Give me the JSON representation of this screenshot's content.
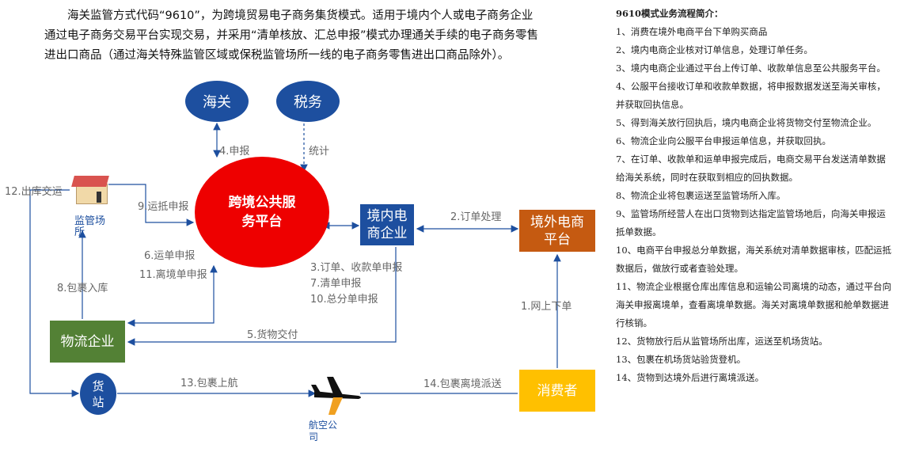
{
  "intro": "海关监管方式代码“9610”，为跨境贸易电子商务集货模式。适用于境内个人或电子商务企业通过电子商务交易平台实现交易，并采用“清单核放、汇总申报”模式办理通关手续的电子商务零售进出口商品（通过海关特殊监管区域或保税监管场所一线的电子商务零售进出口商品除外）。",
  "nodes": {
    "customs": "海关",
    "tax": "税务",
    "platform": "跨境公共服务平台",
    "domestic": "境内电商企业",
    "overseas": "境外电商平台",
    "logistics": "物流企业",
    "consumer": "消费者",
    "cargo": "货站",
    "warehouse": "监管场所",
    "airline": "航空公司"
  },
  "edges": {
    "e1": "1.网上下单",
    "e2": "2.订单处理",
    "e3": "3.订单、收款单申报",
    "e7": "7.清单申报",
    "e10": "10.总分单申报",
    "e4": "4.申报",
    "stat": "统计",
    "e5": "5.货物交付",
    "e6": "6.运单申报",
    "e11": "11.离境单申报",
    "e8": "8.包裹入库",
    "e9": "9.运抵申报",
    "e12": "12.出库交运",
    "e13": "13.包裹上航",
    "e14": "14.包裹离境派送"
  },
  "colors": {
    "blue": "#1d4f9f",
    "red": "#ee0000",
    "orange": "#c55a11",
    "green": "#538135",
    "yellow": "#ffc000"
  },
  "steps": {
    "title": "9610模式业务流程简介：",
    "items": [
      "1、消费在境外电商平台下单购买商品",
      "2、境内电商企业核对订单信息，处理订单任务。",
      "3、境内电商企业通过平台上传订单、收款单信息至公共服务平台。",
      "4、公服平台接收订单和收款单数据，将申报数据发送至海关审核，并获取回执信息。",
      "5、得到海关放行回执后，境内电商企业将货物交付至物流企业。",
      "6、物流企业向公服平台申报运单信息，并获取回执。",
      "7、在订单、收款单和运单申报完成后，电商交易平台发送清单数据给海关系统，同时在获取到相应的回执数据。",
      "8、物流企业将包裹运送至监管场所入库。",
      "9、监管场所经营人在出口货物到达指定监管场地后，向海关申报运抵单数据。",
      "10、电商平台申报总分单数据，海关系统对清单数据审核，匹配运抵数据后，做放行或者查验处理。",
      "11、物流企业根据仓库出库信息和运输公司离境的动态，通过平台向海关申报离境单，查看离境单数据。海关对离境单数据和舱单数据进行核销。",
      "12、货物放行后从监管场所出库，运送至机场货站。",
      "13、包裹在机场货站验货登机。",
      "14、货物到达境外后进行离境派送。"
    ]
  }
}
